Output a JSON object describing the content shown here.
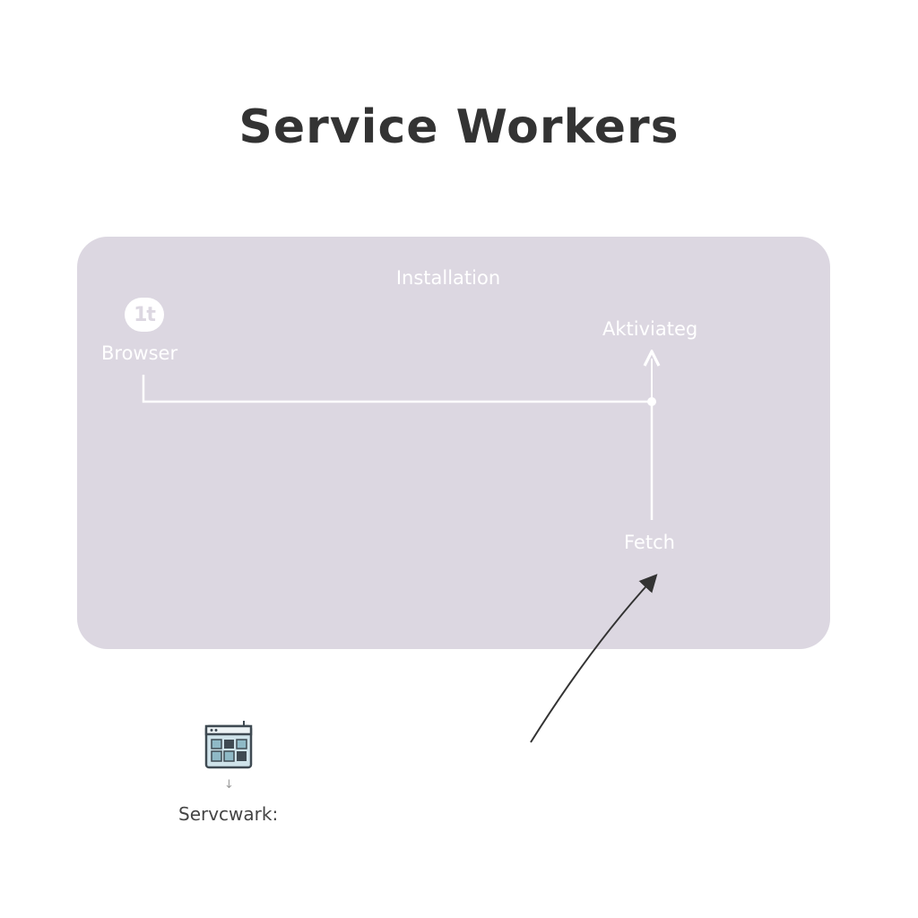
{
  "title": "Service Workers",
  "panel": {
    "installation_label": "Installation",
    "browser_badge": "1t",
    "browser_label": "Browser",
    "activating_label": "Aktiviateg",
    "fetch_label": "Fetch"
  },
  "service_worker": {
    "icon": "browser-window-icon",
    "arrow": "↓",
    "label": "Servcwark:"
  },
  "colors": {
    "panel": "#dcd7e1",
    "panel_text": "#ffffff",
    "title": "#333333",
    "curve": "#333333"
  }
}
